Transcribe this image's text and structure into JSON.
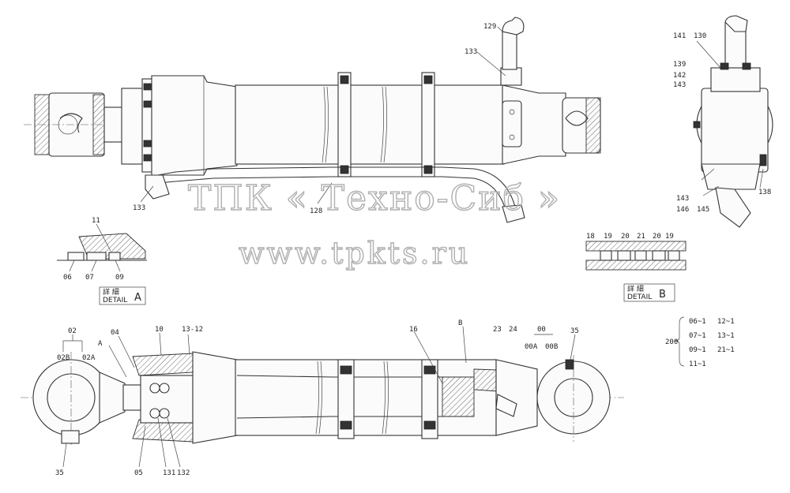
{
  "watermark": {
    "line1": "ТПК « Техно-Сиб »",
    "line2": "www.tpkts.ru"
  },
  "details": {
    "a": {
      "kanji": "詳 細",
      "label": "DETAIL",
      "letter": "A"
    },
    "b": {
      "kanji": "詳 細",
      "label": "DETAIL",
      "letter": "B"
    }
  },
  "callouts": {
    "c129": "129",
    "c133_top": "133",
    "c133_bottom": "133",
    "c128": "128",
    "c141": "141",
    "c130": "130",
    "c139": "139",
    "c142": "142",
    "c143_top": "143",
    "c143_bottom": "143",
    "c146": "146",
    "c145": "145",
    "c138": "138",
    "c11": "11",
    "c06": "06",
    "c07": "07",
    "c09": "09",
    "c18": "18",
    "c19a": "19",
    "c20a": "20",
    "c21": "21",
    "c20b": "20",
    "c19b": "19",
    "c02": "02",
    "c02B": "02B",
    "c02A": "02A",
    "cA": "A",
    "c04": "04",
    "c10": "10",
    "c13_12": "13-12",
    "c16": "16",
    "cB": "B",
    "c23": "23",
    "c24": "24",
    "c00": "00",
    "c00A": "00A",
    "c00B": "00B",
    "c35_right": "35",
    "c35_left": "35",
    "c05": "05",
    "c131": "131",
    "c132": "132"
  },
  "parts_table": {
    "group": "200",
    "col1": [
      "06~1",
      "07~1",
      "09~1",
      "11~1"
    ],
    "col2": [
      "12~1",
      "13~1",
      "21~1"
    ]
  }
}
